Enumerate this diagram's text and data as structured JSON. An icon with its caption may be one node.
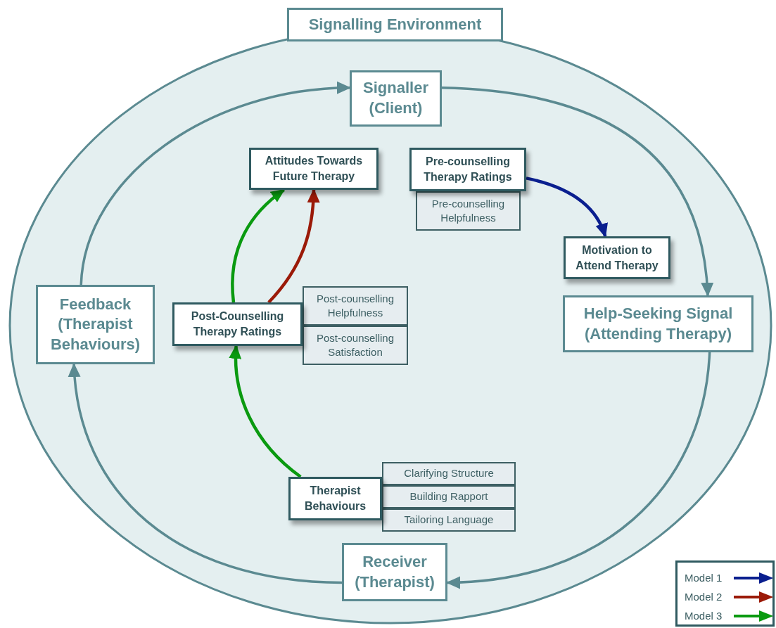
{
  "diagram": {
    "nodes": [
      {
        "text": [
          "Signalling Environment"
        ]
      },
      {
        "text": [
          "Signaller (Client)"
        ],
        "in": 0
      },
      {
        "text": [
          "Attitudes Towards Future Therapy"
        ],
        "in": 0
      },
      {
        "text": [
          "Pre-counselling Therapy Ratings"
        ],
        "in": 0
      },
      {
        "text": [
          "Pre-counselling Helpfulness"
        ],
        "in": 0
      },
      {
        "text": [
          "Motivation to Attend Therapy"
        ],
        "in": 0
      },
      {
        "text": [
          "Feedback (Therapist Behaviours)"
        ],
        "in": 0
      },
      {
        "text": [
          "Post-Counselling Therapy Ratings"
        ],
        "in": 0
      },
      {
        "text": [
          "Post-counselling Helpfulness"
        ],
        "in": 0
      },
      {
        "text": [
          "Post-counselling Satisfaction"
        ],
        "in": 0
      },
      {
        "text": [
          "Help-Seeking Signal (Attending Therapy)"
        ],
        "in": 0
      },
      {
        "text": [
          "Therapist Behaviours"
        ],
        "in": 0
      },
      {
        "text": [
          "Clarifying Structure"
        ],
        "in": 0
      },
      {
        "text": [
          "Building Rapport"
        ],
        "in": 0
      },
      {
        "text": [
          "Tailoring Language"
        ],
        "in": 0
      },
      {
        "text": [
          "Receiver (Therapist)"
        ],
        "in": 0
      }
    ],
    "edges": [
      {
        "from": 6,
        "to": 1,
        "arrow": "to"
      },
      {
        "from": 1,
        "to": 10,
        "arrow": "to"
      },
      {
        "from": 10,
        "to": 15,
        "arrow": "to"
      },
      {
        "from": 15,
        "to": 6,
        "arrow": "to"
      },
      {
        "from": 3,
        "to": 5,
        "arrow": "to",
        "color": "#0a1f8f"
      },
      {
        "from": 7,
        "to": 2,
        "arrow": "to",
        "color": "#0a9a10"
      },
      {
        "from": 7,
        "to": 2,
        "arrow": "to",
        "color": "#9b1a08"
      },
      {
        "from": 11,
        "to": 7,
        "arrow": "to",
        "color": "#0a9a10"
      }
    ],
    "legend": [
      {
        "text": "Model 1",
        "color": "#0a1f8f"
      },
      {
        "text": "Model 2",
        "color": "#9b1a08"
      },
      {
        "text": "Model 3",
        "color": "#0a9a10"
      }
    ]
  }
}
